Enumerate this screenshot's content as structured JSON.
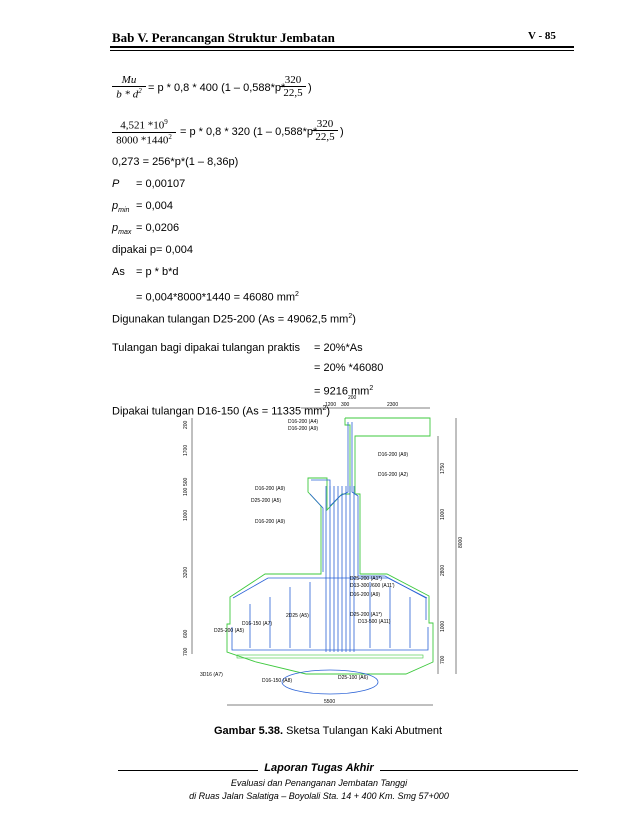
{
  "header": {
    "chapter": "Bab V. Perancangan Struktur Jembatan",
    "page": "V - 85"
  },
  "equations": {
    "eq1_num": "Mu",
    "eq1_den": "b * d",
    "eq1_den_exp": "2",
    "eq1_mid": "= p * 0,8 * 400 (1 – 0,588*p*",
    "eq1_frac2_num": "320",
    "eq1_frac2_den": "22,5",
    "eq1_end": ")",
    "eq2_num": "4,521 *10",
    "eq2_num_exp": "9",
    "eq2_den": "8000 *1440",
    "eq2_den_exp": "2",
    "eq2_mid": "= p * 0,8 * 320 (1 – 0,588*p*",
    "eq2_frac2_num": "320",
    "eq2_frac2_den": "22,5",
    "eq2_end": ")"
  },
  "lines": {
    "l1": "0,273 = 256*p*(1 – 8,36p)",
    "l2_label": "P",
    "l2_val": "= 0,00107",
    "l3_label": "p",
    "l3_sub": "min",
    "l3_val": "= 0,004",
    "l4_label": "p",
    "l4_sub": "max",
    "l4_val": "= 0,0206",
    "l5": "dipakai p= 0,004",
    "l6_label": "As",
    "l6_val": "= p * b*d",
    "l7": "= 0,004*8000*1440 = 46080 mm",
    "l7_exp": "2",
    "l8": "Digunakan tulangan D25-200 (As = 49062,5 mm",
    "l8_exp": "2",
    "l8_end": ")",
    "l9_left": "Tulangan bagi dipakai tulangan praktis",
    "l9_right": "= 20%*As",
    "l10": "= 20% *46080",
    "l11": "= 9216 mm",
    "l11_exp": "2",
    "l12": "Dipakai tulangan D16-150 (As = 11335 mm",
    "l12_exp": "2",
    "l12_end": ")"
  },
  "diagram": {
    "dims_top": [
      "1200",
      "300",
      "2300",
      "200"
    ],
    "dims_left": [
      "200",
      "1700",
      "500",
      "100",
      "1000",
      "3200",
      "600",
      "700"
    ],
    "dims_right": [
      "1750",
      "1000",
      "2800",
      "1000",
      "700",
      "8000"
    ],
    "dim_bottom": "5500",
    "labels": [
      "D16-200 (A4)",
      "D16-200 (A9)",
      "D16-200 (A9)",
      "D16-200 (A2)",
      "D16-200 (A9)",
      "D25-200 (A5)",
      "D16-200 (A9)",
      "D25-200 (A1*)",
      "D13-300 /600 (A11')",
      "D16-200 (A9)",
      "D25-200 (A1*)",
      "D13-500 (A11)",
      "2D25 (A5)",
      "D16-150 (A7)",
      "D25-200 (A5)",
      "3D16 (A7)",
      "D16-150 (A8)",
      "D25-100 (A6)"
    ],
    "colors": {
      "outline": "#3ec93e",
      "rebar": "#2a62d6",
      "dim": "#000000"
    }
  },
  "caption": {
    "bold": "Gambar 5.38.",
    "text": " Sketsa Tulangan Kaki Abutment"
  },
  "footer": {
    "title": "Laporan Tugas Akhir",
    "line1": "Evaluasi dan Penanganan Jembatan Tanggi",
    "line2": "di Ruas Jalan Salatiga – Boyolali Sta. 14 + 400 Km. Smg 57+000"
  }
}
